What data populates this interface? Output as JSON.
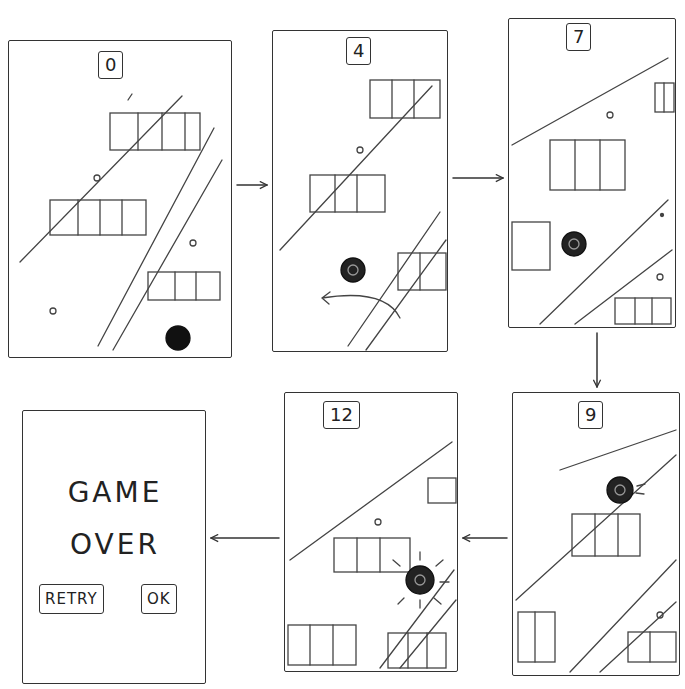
{
  "diagram": {
    "nodes": [
      {
        "text": [
          "0"
        ]
      },
      {
        "text": [
          "4"
        ]
      },
      {
        "text": [
          "7"
        ]
      },
      {
        "text": [
          "9"
        ]
      },
      {
        "text": [
          "12"
        ]
      },
      {
        "text": [
          "GAME OVER"
        ]
      },
      {
        "text": [
          "RETRY"
        ],
        "in": 5
      },
      {
        "text": [
          "OK"
        ],
        "in": 5
      }
    ],
    "edges": [
      {
        "from": 0,
        "to": 1,
        "arrow": "to"
      },
      {
        "from": 1,
        "to": 2,
        "arrow": "to"
      },
      {
        "from": 2,
        "to": 3,
        "arrow": "to"
      },
      {
        "from": 3,
        "to": 4,
        "arrow": "to"
      },
      {
        "from": 4,
        "to": 5,
        "arrow": "to"
      }
    ]
  }
}
